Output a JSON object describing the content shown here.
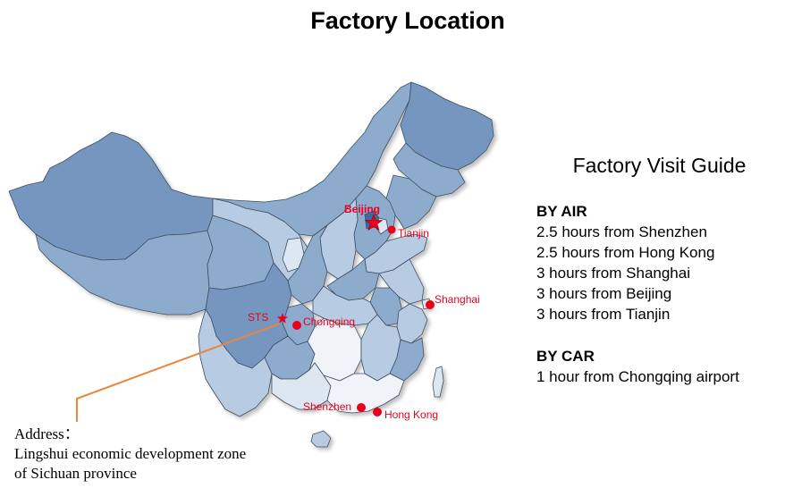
{
  "title": "Factory Location",
  "guide": {
    "title": "Factory Visit Guide",
    "air_heading": "BY AIR",
    "air_items": [
      "2.5 hours from Shenzhen",
      "2.5 hours from Hong Kong",
      "3 hours from Shanghai",
      "3 hours from Beijing",
      "3 hours from Tianjin"
    ],
    "car_heading": "BY CAR",
    "car_items": [
      "1 hour from Chongqing airport"
    ]
  },
  "address": {
    "label": "Address：",
    "line1": "Lingshui economic development zone",
    "line2": "of Sichuan province"
  },
  "map": {
    "labels": {
      "beijing": "Beijing",
      "tianjin": "Tianjin",
      "shanghai": "Shanghai",
      "sts": "STS",
      "chongqing": "Chongqing",
      "shenzhen": "Shenzhen",
      "hongkong": "Hong Kong"
    },
    "colors": {
      "marker": "#e8001c",
      "leader_line": "#e8863a",
      "region_dark": "#7497bf",
      "region_mid": "#8dabcd",
      "region_light": "#b7cbe2",
      "region_pale": "#dde7f2",
      "border": "#3f4f63"
    }
  }
}
